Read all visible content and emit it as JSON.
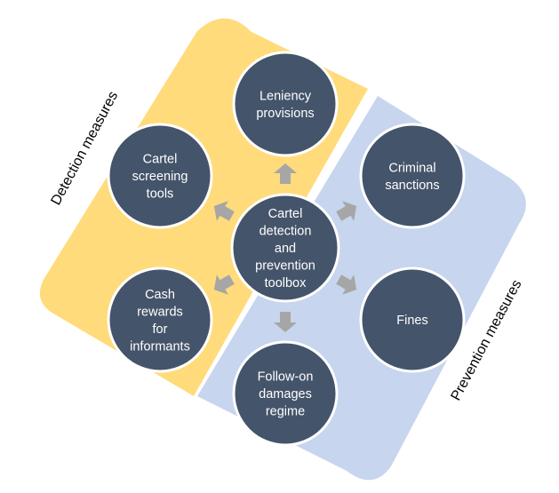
{
  "colors": {
    "detection_bg": "#FFDB7B",
    "prevention_bg": "#C7D5EE",
    "node_fill": "#44546A",
    "node_stroke": "#FFFFFF",
    "arrow": "#A6A6A6"
  },
  "labels": {
    "detection": "Detection measures",
    "prevention": "Prevention measures"
  },
  "center": {
    "lines": [
      "Cartel",
      "detection",
      "and",
      "prevention",
      "toolbox"
    ]
  },
  "nodes": {
    "leniency": {
      "lines": [
        "Leniency",
        "provisions"
      ]
    },
    "screening": {
      "lines": [
        "Cartel",
        "screening",
        "tools"
      ]
    },
    "rewards": {
      "lines": [
        "Cash",
        "rewards",
        "for",
        "informants"
      ]
    },
    "criminal": {
      "lines": [
        "Criminal",
        "sanctions"
      ]
    },
    "fines": {
      "lines": [
        "Fines"
      ]
    },
    "damages": {
      "lines": [
        "Follow-on",
        "damages",
        "regime"
      ]
    }
  }
}
